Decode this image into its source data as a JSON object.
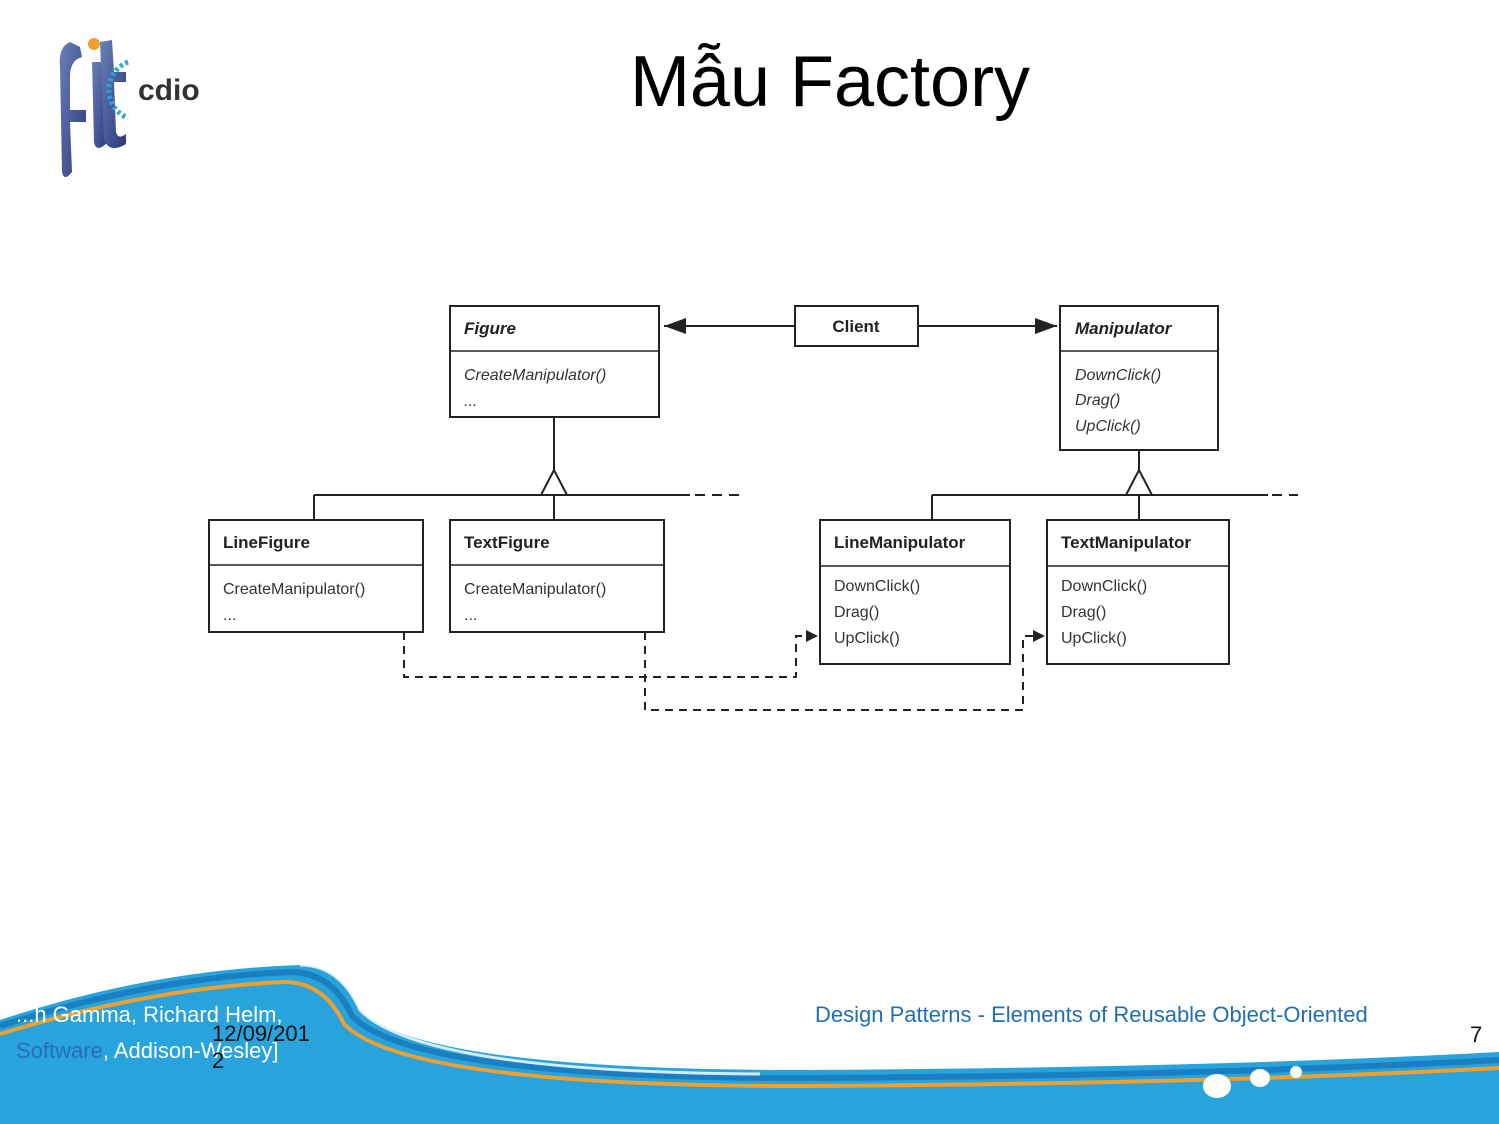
{
  "slide": {
    "title": "Mẫu Factory",
    "logo_text": "cdio",
    "logo_mark": "fit",
    "date": "12/09/2012",
    "page_number": "7",
    "reference_left_line1": "...h Gamma, Richard Helm,",
    "reference_left_software": "Software",
    "reference_left_rest": ", Addison-Wesley]",
    "reference_right": "Design Patterns - Elements of Reusable Object-Oriented"
  },
  "diagram": {
    "client": "Client",
    "figure": {
      "name": "Figure",
      "ops": [
        "CreateManipulator()",
        "..."
      ]
    },
    "manipulator": {
      "name": "Manipulator",
      "ops": [
        "DownClick()",
        "Drag()",
        "UpClick()"
      ]
    },
    "line_figure": {
      "name": "LineFigure",
      "ops": [
        "CreateManipulator()",
        "..."
      ]
    },
    "text_figure": {
      "name": "TextFigure",
      "ops": [
        "CreateManipulator()",
        "..."
      ]
    },
    "line_manipulator": {
      "name": "LineManipulator",
      "ops": [
        "DownClick()",
        "Drag()",
        "UpClick()"
      ]
    },
    "text_manipulator": {
      "name": "TextManipulator",
      "ops": [
        "DownClick()",
        "Drag()",
        "UpClick()"
      ]
    }
  },
  "colors": {
    "footer_blue": "#29a3dc",
    "footer_dark": "#1a7fc0",
    "footer_orange": "#f0a030",
    "link_blue": "#1f6fb5"
  }
}
